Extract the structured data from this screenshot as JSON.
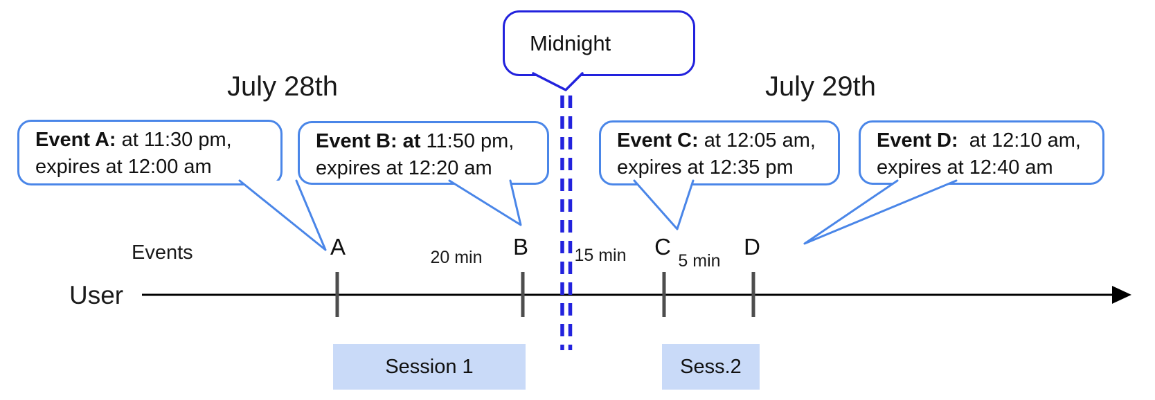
{
  "diagram": {
    "title_left": "July 28th",
    "title_right": "July 29th",
    "midnight": {
      "label": "Midnight"
    },
    "axis": {
      "events_label": "Events",
      "user_label": "User"
    },
    "callouts": [
      {
        "bold": "Event A:",
        "rest": " at 11:30 pm,",
        "line2": "expires at 12:00 am"
      },
      {
        "bold": "Event B: at",
        "rest": " 11:50 pm,",
        "line2": "expires at 12:20 am"
      },
      {
        "bold": "Event C:",
        "rest": " at 12:05 am,",
        "line2": "expires at 12:35 pm"
      },
      {
        "bold": "Event D:",
        "rest": "  at 12:10 am,",
        "line2": "expires at 12:40 am"
      }
    ],
    "tick_labels": [
      "A",
      "B",
      "C",
      "D"
    ],
    "gap_labels": [
      "20 min",
      "15 min",
      "5 min"
    ],
    "sessions": [
      {
        "label": "Session 1"
      },
      {
        "label": "Sess.2"
      }
    ],
    "colors": {
      "event_border": "#4a86e8",
      "midnight_blue": "#2222dd",
      "tick_gray": "#4d4d4d",
      "session_fill": "#c9daf8"
    }
  }
}
